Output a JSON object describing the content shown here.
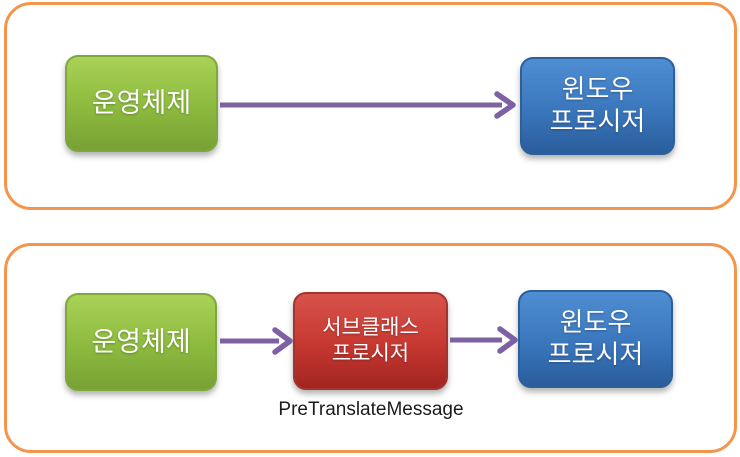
{
  "diagram": {
    "nodes": [
      {
        "id": "os-top",
        "label": "운영체제",
        "color_scheme": "green"
      },
      {
        "id": "window-procedure-top",
        "label": "윈도우\n프로시저",
        "color_scheme": "blue"
      },
      {
        "id": "os-bottom",
        "label": "운영체제",
        "color_scheme": "green"
      },
      {
        "id": "subclass-procedure",
        "label": "서브클래스\n프로시저",
        "color_scheme": "red"
      },
      {
        "id": "window-procedure-bottom",
        "label": "윈도우\n프로시저",
        "color_scheme": "blue"
      }
    ],
    "edges": [
      {
        "from": "os-top",
        "to": "window-procedure-top"
      },
      {
        "from": "os-bottom",
        "to": "subclass-procedure"
      },
      {
        "from": "subclass-procedure",
        "to": "window-procedure-bottom"
      }
    ],
    "caption": "PreTranslateMessage",
    "colors": {
      "panel_border": "#F5944B",
      "panel_fill": "#FFFFFF",
      "green_box": "#8CBA3E",
      "blue_box": "#3A76BC",
      "red_box": "#C63831",
      "arrow": "#7D61A3",
      "box_text": "#FFFFFF",
      "caption_text": "#1B1B1B"
    }
  }
}
